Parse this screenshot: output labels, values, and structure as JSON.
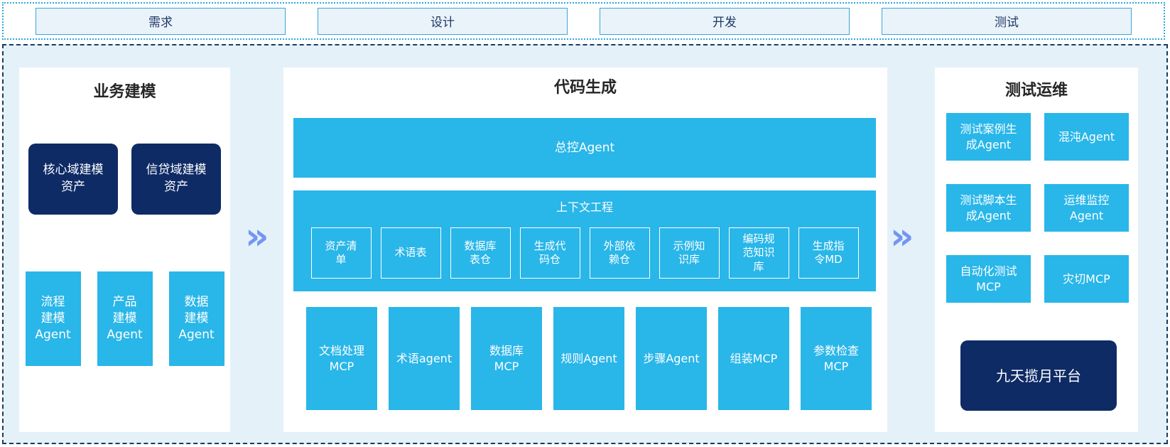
{
  "colors": {
    "cyan": "#29B6E9",
    "navy": "#0E2B66",
    "canvas_bg": "#E4F1F9",
    "panel_bg": "#FFFFFF",
    "strip_border": "#2BA9DA",
    "main_border": "#1B3A5C",
    "chip_fill": "#EAF3FA",
    "chip_border": "#3BA6D6",
    "chip_text": "#1F3864",
    "arrow": "#7495F2",
    "title_text": "#262626"
  },
  "arrow_glyph": "»",
  "phases": [
    {
      "label": "需求"
    },
    {
      "label": "设计"
    },
    {
      "label": "开发"
    },
    {
      "label": "测试"
    }
  ],
  "panels": {
    "business_modeling": {
      "title": "业务建模",
      "asset_boxes": [
        {
          "label": "核心域建模\n资产"
        },
        {
          "label": "信贷域建模\n资产"
        }
      ],
      "agent_boxes": [
        {
          "label": "流程\n建模\nAgent"
        },
        {
          "label": "产品\n建模\nAgent"
        },
        {
          "label": "数据\n建模\nAgent"
        }
      ]
    },
    "code_generation": {
      "title": "代码生成",
      "master_agent": "总控Agent",
      "context_engineering": {
        "title": "上下文工程",
        "items": [
          {
            "label": "资产清\n单"
          },
          {
            "label": "术语表"
          },
          {
            "label": "数据库\n表仓"
          },
          {
            "label": "生成代\n码仓"
          },
          {
            "label": "外部依\n赖仓"
          },
          {
            "label": "示例知\n识库"
          },
          {
            "label": "编码规\n范知识\n库"
          },
          {
            "label": "生成指\n令MD"
          }
        ]
      },
      "tools": [
        {
          "label": "文档处理\nMCP"
        },
        {
          "label": "术语agent"
        },
        {
          "label": "数据库\nMCP"
        },
        {
          "label": "规则Agent"
        },
        {
          "label": "步骤Agent"
        },
        {
          "label": "组装MCP"
        },
        {
          "label": "参数检查\nMCP"
        }
      ]
    },
    "test_ops": {
      "title": "测试运维",
      "boxes": [
        {
          "label": "测试案例生\n成Agent"
        },
        {
          "label": "混沌Agent"
        },
        {
          "label": "测试脚本生\n成Agent"
        },
        {
          "label": "运维监控\nAgent"
        },
        {
          "label": "自动化测试\nMCP"
        },
        {
          "label": "灾切MCP"
        }
      ],
      "platform": "九天揽月平台"
    }
  }
}
